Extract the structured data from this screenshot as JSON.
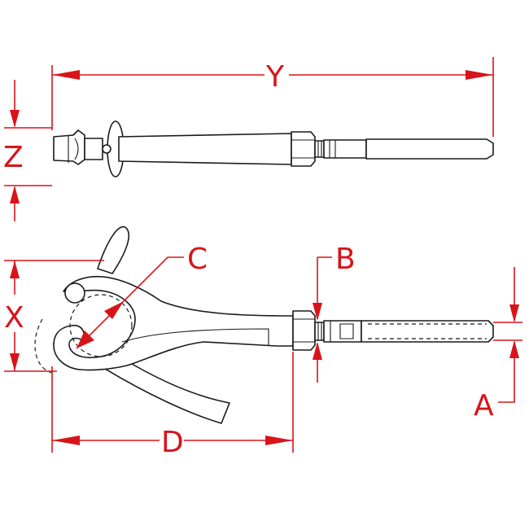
{
  "colors": {
    "dimension": "#d8141a",
    "outline": "#1a1a1a",
    "background": "#ffffff"
  },
  "labels": {
    "y": "Y",
    "z": "Z",
    "c": "C",
    "b": "B",
    "x": "X",
    "a": "A",
    "d": "D"
  }
}
